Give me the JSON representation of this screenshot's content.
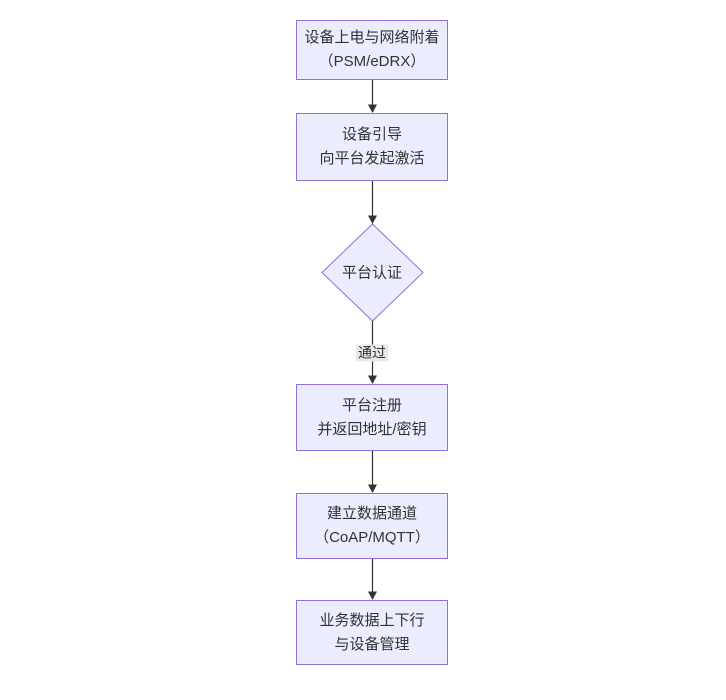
{
  "colors": {
    "canvas_bg": "#ffffff",
    "node_fill": "#ECECFF",
    "node_border": "#9370DB",
    "edge": "#333333",
    "text": "#333333",
    "edge_label_bg": "#e8e8e8"
  },
  "flowchart": {
    "nodes": [
      {
        "id": "power-on",
        "line1": "设备上电与网络附着",
        "line2": "（PSM/eDRX）"
      },
      {
        "id": "bootstrap",
        "line1": "设备引导",
        "line2": "向平台发起激活"
      },
      {
        "id": "register",
        "line1": "平台注册",
        "line2": "并返回地址/密钥"
      },
      {
        "id": "channel",
        "line1": "建立数据通道",
        "line2": "（CoAP/MQTT）"
      },
      {
        "id": "business",
        "line1": "业务数据上下行",
        "line2": "与设备管理"
      }
    ],
    "decision": {
      "label": "平台认证"
    },
    "edge_label": "通过"
  }
}
